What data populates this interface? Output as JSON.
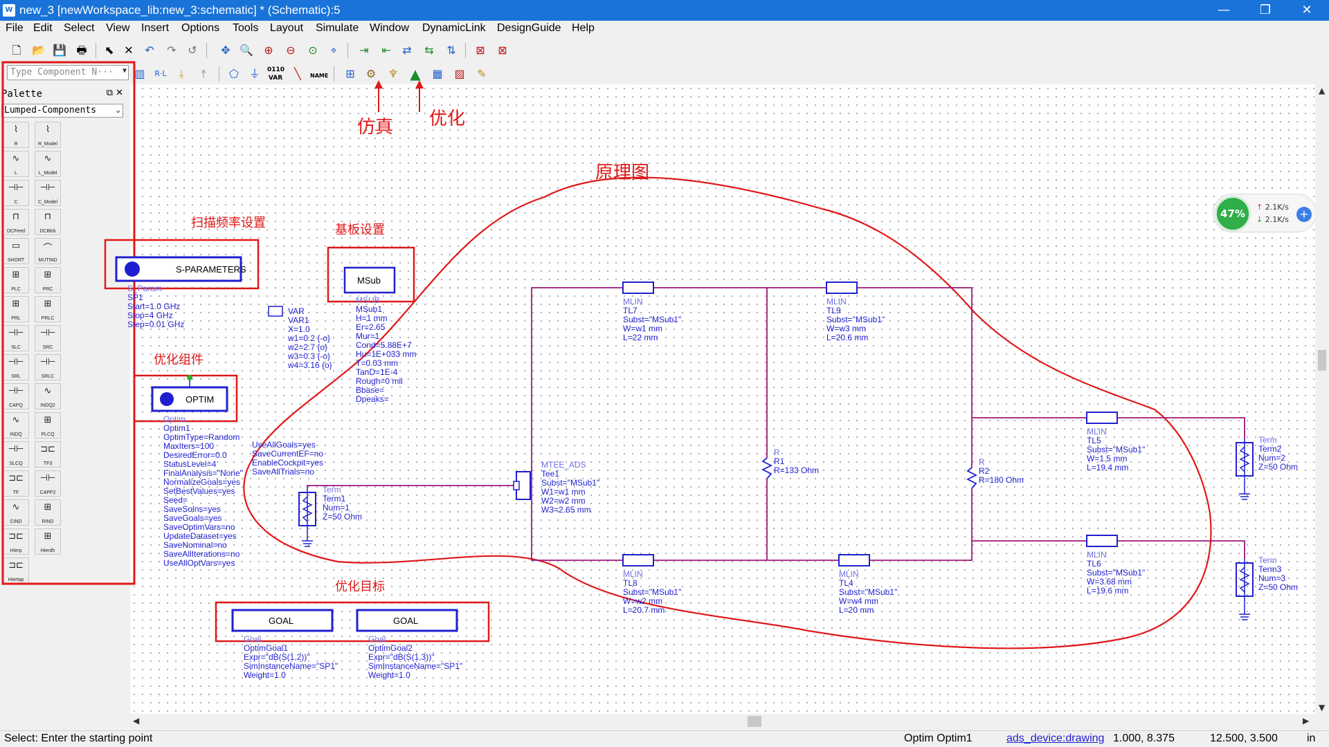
{
  "window": {
    "title": "new_3 [newWorkspace_lib:new_3:schematic] * (Schematic):5",
    "minimize": "—",
    "maximize": "❐",
    "close": "✕"
  },
  "menu": [
    "File",
    "Edit",
    "Select",
    "View",
    "Insert",
    "Options",
    "Tools",
    "Layout",
    "Simulate",
    "Window",
    "DynamicLink",
    "DesignGuide",
    "Help"
  ],
  "toolbar2": {
    "component_placeholder": "Type Component N···",
    "var_label": "VAR",
    "name_label": "NAME",
    "bits_label": "0110"
  },
  "palette": {
    "title": "Palette",
    "category": "Lumped-Components",
    "items": [
      "R",
      "R_Model",
      "L",
      "L_Model",
      "C",
      "C_Model",
      "DCFeed",
      "DCBlck",
      "SHORT",
      "MUTIND",
      "PLC",
      "PRC",
      "PRL",
      "PRLC",
      "SLC",
      "SRC",
      "SRL",
      "SRLC",
      "CAPQ",
      "INDQ2",
      "INDQ",
      "PLCQ",
      "SLCQ",
      "TF3",
      "TF",
      "CAPP2",
      "CIND",
      "RIND",
      "Hierp",
      "Hierdh",
      "Hiertap"
    ]
  },
  "annotations": {
    "sim": "仿真",
    "opt": "优化",
    "schematic": "原理图",
    "sweep": "扫描频率设置",
    "substrate": "基板设置",
    "optim_comp": "优化组件",
    "optim_goal": "优化目标"
  },
  "components": {
    "sparam": {
      "button": "S-PARAMETERS",
      "type": "S_Param",
      "lines": [
        "SP1",
        "Start=1.0 GHz",
        "Stop=4 GHz",
        "Step=0.01 GHz"
      ]
    },
    "msub": {
      "button": "MSub",
      "type": "MSUB",
      "lines": [
        "MSub1",
        "H=1 mm",
        "Er=2.65",
        "Mur=1",
        "Cond=5.88E+7",
        "Hu=1E+033 mm",
        "T=0.03 mm",
        "TanD=1E-4",
        "Rough=0 mil",
        "Bbase=",
        "Dpeaks="
      ]
    },
    "var": {
      "type": "VAR",
      "lines": [
        "VAR1",
        "X=1.0",
        "w1=0.2 {-o}",
        "w2=2.7 {o}",
        "w3=0.3 {-o}",
        "w4=3.16 {o}"
      ]
    },
    "optim": {
      "button": "OPTIM",
      "type": "Optim",
      "lines": [
        "Optim1",
        "OptimType=Random",
        "MaxIters=100",
        "DesiredError=0.0",
        "StatusLevel=4",
        "FinalAnalysis=\"None\"",
        "NormalizeGoals=yes",
        "SetBestValues=yes",
        "Seed=",
        "SaveSolns=yes",
        "SaveGoals=yes",
        "SaveOptimVars=no",
        "UpdateDataset=yes",
        "SaveNominal=no",
        "SaveAllIterations=no",
        "UseAllOptVars=yes"
      ],
      "lines2": [
        "UseAllGoals=yes",
        "SaveCurrentEF=no",
        "EnableCockpit=yes",
        "SaveAllTrials=no"
      ]
    },
    "goal1": {
      "button": "GOAL",
      "type": "Goal",
      "lines": [
        "OptimGoal1",
        "Expr=\"dB(S(1,2))\"",
        "SimInstanceName=\"SP1\"",
        "Weight=1.0"
      ]
    },
    "goal2": {
      "button": "GOAL",
      "type": "Goal",
      "lines": [
        "OptimGoal2",
        "Expr=\"dB(S(1,3))\"",
        "SimInstanceName=\"SP1\"",
        "Weight=1.0"
      ]
    },
    "term1": {
      "type": "Term",
      "lines": [
        "Term1",
        "Num=1",
        "Z=50 Ohm"
      ]
    },
    "term2": {
      "type": "Term",
      "lines": [
        "Term2",
        "Num=2",
        "Z=50 Ohm"
      ]
    },
    "term3": {
      "type": "Term",
      "lines": [
        "Term3",
        "Num=3",
        "Z=50 Ohm"
      ]
    },
    "tee": {
      "type": "MTEE_ADS",
      "lines": [
        "Tee1",
        "Subst=\"MSub1\"",
        "W1=w1 mm",
        "W2=w2 mm",
        "W3=2.65 mm"
      ]
    },
    "tl7": {
      "type": "MLIN",
      "lines": [
        "TL7",
        "Subst=\"MSub1\"",
        "W=w1 mm",
        "L=22 mm"
      ]
    },
    "tl9": {
      "type": "MLIN",
      "lines": [
        "TL9",
        "Subst=\"MSub1\"",
        "W=w3 mm",
        "L=20.6 mm"
      ]
    },
    "tl8": {
      "type": "MLIN",
      "lines": [
        "TL8",
        "Subst=\"MSub1\"",
        "W=w2 mm",
        "L=20.7 mm"
      ]
    },
    "tl4": {
      "type": "MLIN",
      "lines": [
        "TL4",
        "Subst=\"MSub1\"",
        "W=w4 mm",
        "L=20 mm"
      ]
    },
    "tl5": {
      "type": "MLIN",
      "lines": [
        "TL5",
        "Subst=\"MSub1\"",
        "W=1.5 mm",
        "L=19.4 mm"
      ]
    },
    "tl6": {
      "type": "MLIN",
      "lines": [
        "TL6",
        "Subst=\"MSub1\"",
        "W=3.68 mm",
        "L=19.6 mm"
      ]
    },
    "r1": {
      "type": "R",
      "lines": [
        "R1",
        "R=133 Ohm"
      ]
    },
    "r2": {
      "type": "R",
      "lines": [
        "R2",
        "R=180 Ohm"
      ]
    }
  },
  "network": {
    "percent": "47%",
    "up": "2.1K/s",
    "down": "2.1K/s"
  },
  "status": {
    "prompt": "Select: Enter the starting point",
    "instance": "Optim Optim1",
    "layer": "ads_device:drawing",
    "coord1": "1.000, 8.375",
    "coord2": "12.500, 3.500",
    "unit": "in"
  },
  "colors": {
    "titlebar": "#1a73d8",
    "annotation": "#e01818",
    "component": "#1f1fd0",
    "wire": "#a0167a"
  }
}
